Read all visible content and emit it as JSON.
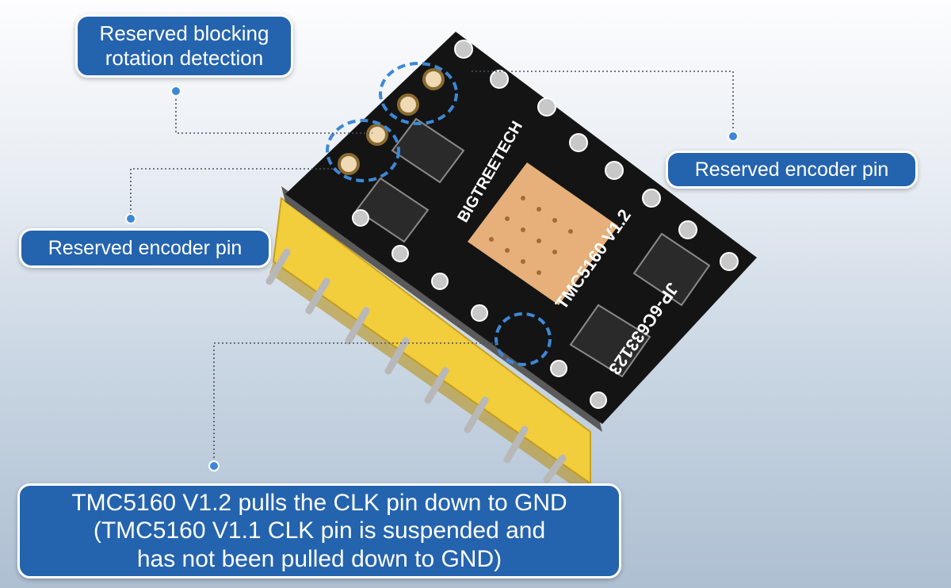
{
  "callouts": {
    "blocking": {
      "line1": "Reserved blocking",
      "line2": "rotation detection"
    },
    "encoder_right": "Reserved encoder pin",
    "encoder_left": "Reserved encoder pin",
    "clk": {
      "line1": "TMC5160 V1.2 pulls the CLK pin down to GND",
      "line2": "(TMC5160 V1.1 CLK pin is suspended and",
      "line3": "has not been pulled down to GND)"
    }
  },
  "board": {
    "brand": "BIGTREETECH",
    "model": "TMC5160 V1.2",
    "serial": "JP-6C633123"
  },
  "colors": {
    "callout_bg": "#2463ae",
    "pcb": "#141414",
    "header": "#f2cd3c",
    "heatsink_pad": "#e7b07a",
    "marker": "#3d88d6"
  }
}
